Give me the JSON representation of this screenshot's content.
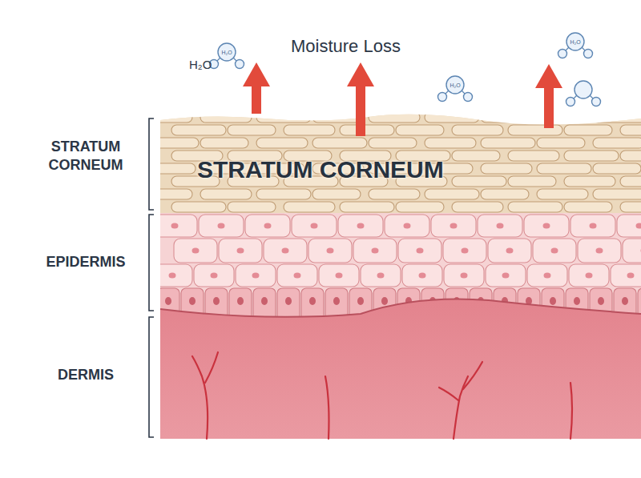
{
  "diagram": {
    "nodes": [
      {
        "text": [
          "STRATUM CORNEUM"
        ]
      }
    ],
    "labels": [
      "Moisture Loss",
      "H₂O",
      "H₂O",
      "H₂O",
      "H₂O",
      "STRATUM CORNEUM",
      "EPIDERMIS",
      "DERMIS"
    ]
  }
}
